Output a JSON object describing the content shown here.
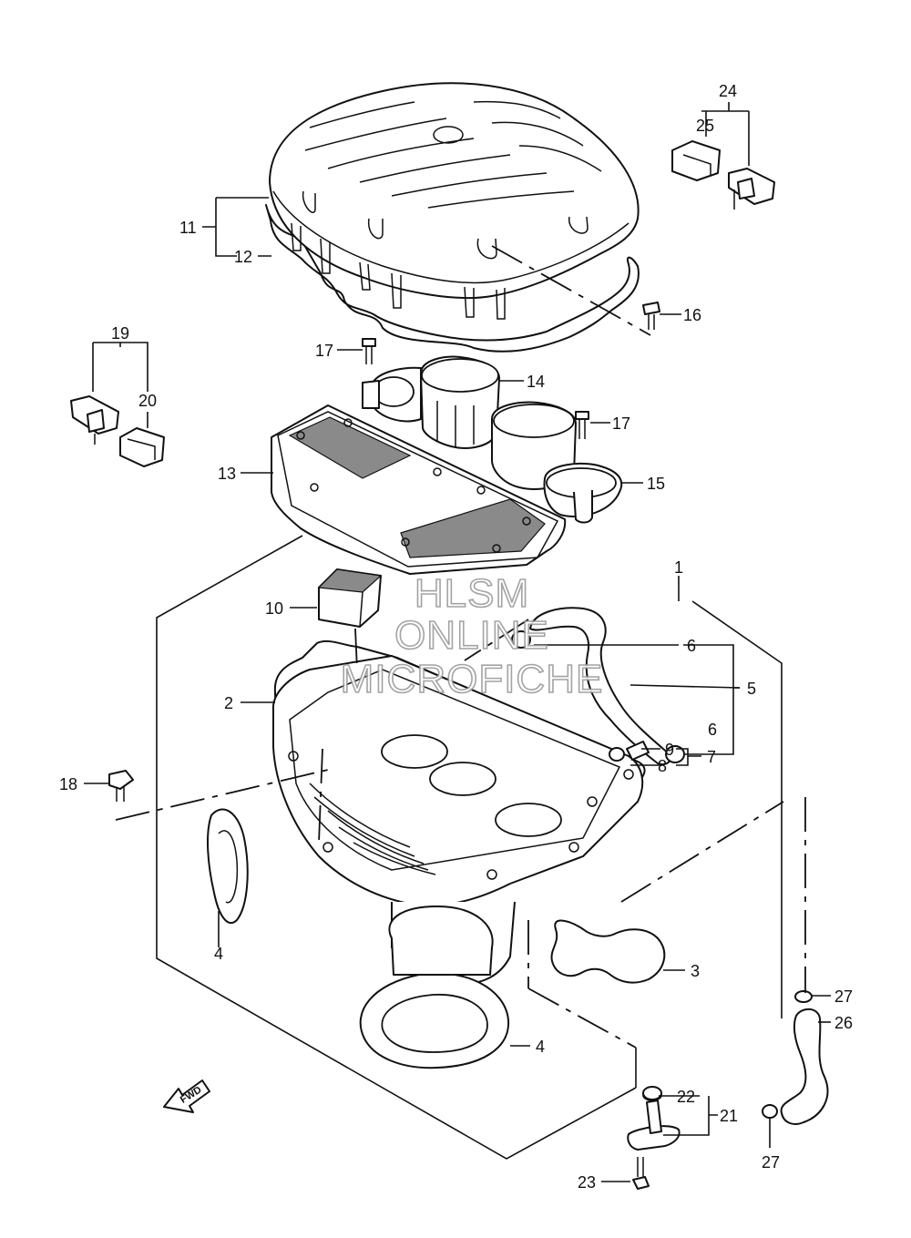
{
  "labels": {
    "l1": "1",
    "l2": "2",
    "l3": "3",
    "l4a": "4",
    "l4b": "4",
    "l5": "5",
    "l6a": "6",
    "l6b": "6",
    "l7": "7",
    "l8": "8",
    "l9": "9",
    "l10": "10",
    "l11": "11",
    "l12": "12",
    "l13": "13",
    "l14": "14",
    "l15": "15",
    "l16": "16",
    "l17a": "17",
    "l17b": "17",
    "l18": "18",
    "l19": "19",
    "l20": "20",
    "l21": "21",
    "l22": "22",
    "l23": "23",
    "l24": "24",
    "l25": "25",
    "l26": "26",
    "l27a": "27",
    "l27b": "27"
  },
  "watermark": {
    "line1": "HLSM",
    "line2": "ONLINE",
    "line3": "MICROFICHE"
  },
  "direction": {
    "text": "FWD"
  }
}
